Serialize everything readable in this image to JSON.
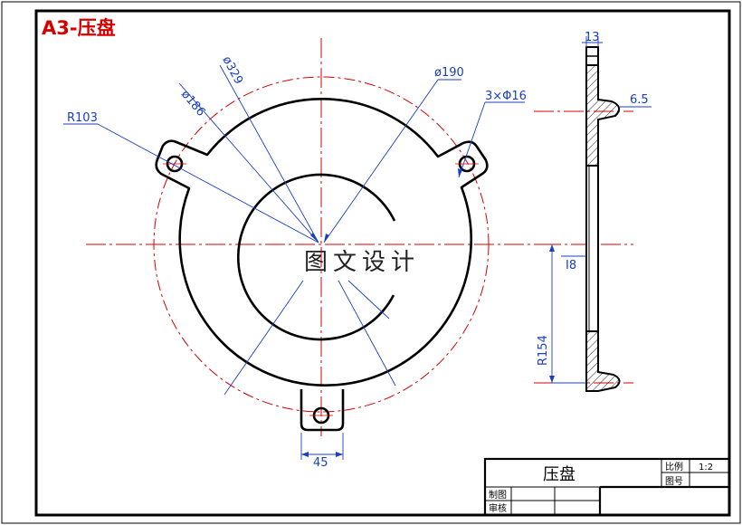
{
  "title": "A3-压盘",
  "watermark": "图文设计",
  "dimensions": {
    "r103": "R103",
    "d186": "ø186",
    "d329": "ø329",
    "d190": "ø190",
    "holes": "3×Φ16",
    "w13": "13",
    "t65": "6.5",
    "i8": "I8",
    "r154": "R154",
    "w45": "45"
  },
  "title_block": {
    "part_name": "压盘",
    "scale_label": "比例",
    "scale_value": "1:2",
    "drawing_no_label": "图号",
    "drawn_label": "制图",
    "checked_label": "审核"
  },
  "colors": {
    "outline": "#000000",
    "dimension": "#1a3fbf",
    "centerline": "#d40000",
    "title": "#d40000"
  }
}
